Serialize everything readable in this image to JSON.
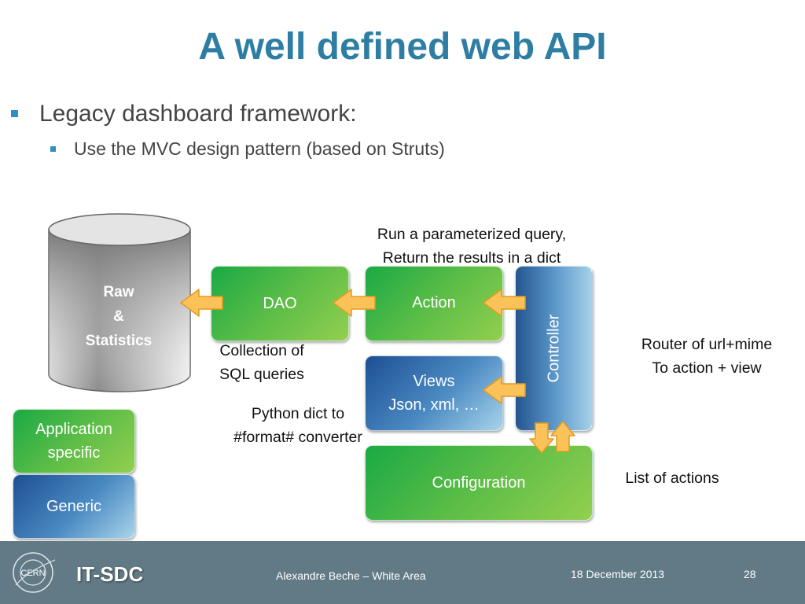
{
  "title": "A well defined web API",
  "bullets": {
    "level1": "Legacy dashboard framework:",
    "level2": "Use the MVC design pattern (based on Struts)"
  },
  "diagram": {
    "database": {
      "line1": "Raw",
      "line2": "&",
      "line3": "Statistics"
    },
    "dao": "DAO",
    "action": "Action",
    "views": {
      "line1": "Views",
      "line2": "Json, xml, …"
    },
    "controller": "Controller",
    "configuration": "Configuration",
    "application_specific": {
      "line1": "Application",
      "line2": "specific"
    },
    "generic": "Generic"
  },
  "notes": {
    "run_query": {
      "line1": "Run a parameterized query,",
      "line2": "Return the results in a dict"
    },
    "collection": {
      "line1": "Collection of",
      "line2": "SQL queries"
    },
    "python_dict": {
      "line1": "Python dict to",
      "line2": "#format# converter"
    },
    "router": {
      "line1": "Router of url+mime",
      "line2": "To action + view"
    },
    "list_actions": "List of actions"
  },
  "footer": {
    "org_logo_text": "CERN",
    "group_logo": "IT-SDC",
    "author": "Alexandre Beche – White Area",
    "date": "18 December 2013",
    "page": "28"
  },
  "colors": {
    "title": "#2e7ea3",
    "footer_bg": "#617a85",
    "arrow_fill": "#fbc25a",
    "bullet": "#2e8fc0"
  }
}
